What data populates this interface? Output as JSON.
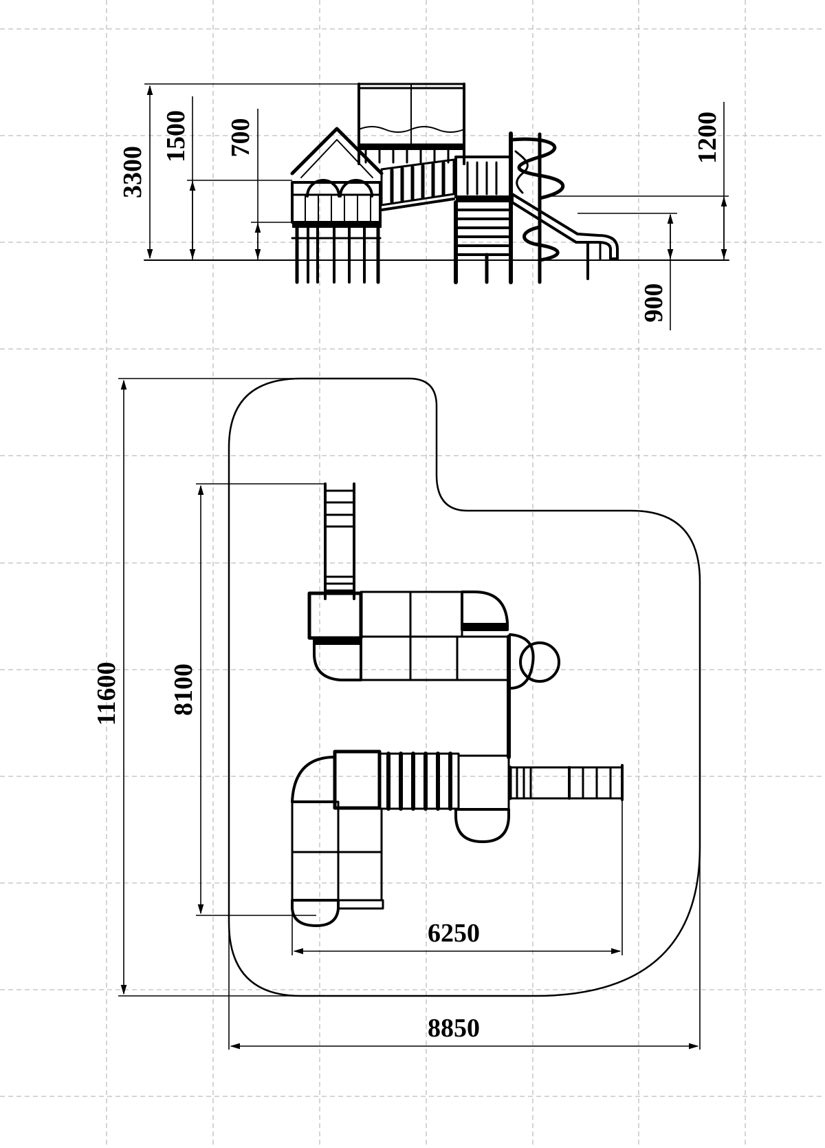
{
  "drawing": {
    "elevation": {
      "dimensions": {
        "total_height": "3300",
        "tower_roof": "1500",
        "platform_height": "700",
        "slide_height": "1200",
        "slide_exit": "900"
      }
    },
    "plan": {
      "dimensions": {
        "zone_length": "11600",
        "equipment_length": "8100",
        "equipment_width": "6250",
        "zone_width": "8850"
      }
    }
  },
  "colors": {
    "ink": "#000000",
    "grid": "#bdbdbd",
    "background": "#ffffff"
  }
}
